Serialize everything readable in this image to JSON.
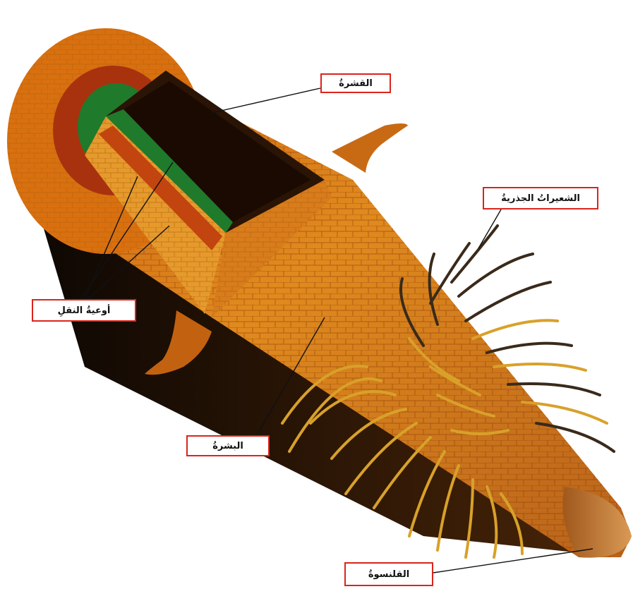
{
  "labels": {
    "cortex": "القشرةُ",
    "root_hairs": "الشعيراتُ الجذريةُ",
    "vessels": "أوعيةُ النقلِ",
    "epidermis": "البشرةُ",
    "root_cap": "القلنسوةُ"
  },
  "colors": {
    "label_border": "#d9251c",
    "root_outer": "#d9700f",
    "root_inner_ring": "#a8320e",
    "vascular_green": "#1f7a2b",
    "core_dark": "#1a0a02",
    "hair_yellow": "#d8a12a",
    "hair_dark": "#3a2a1a"
  }
}
